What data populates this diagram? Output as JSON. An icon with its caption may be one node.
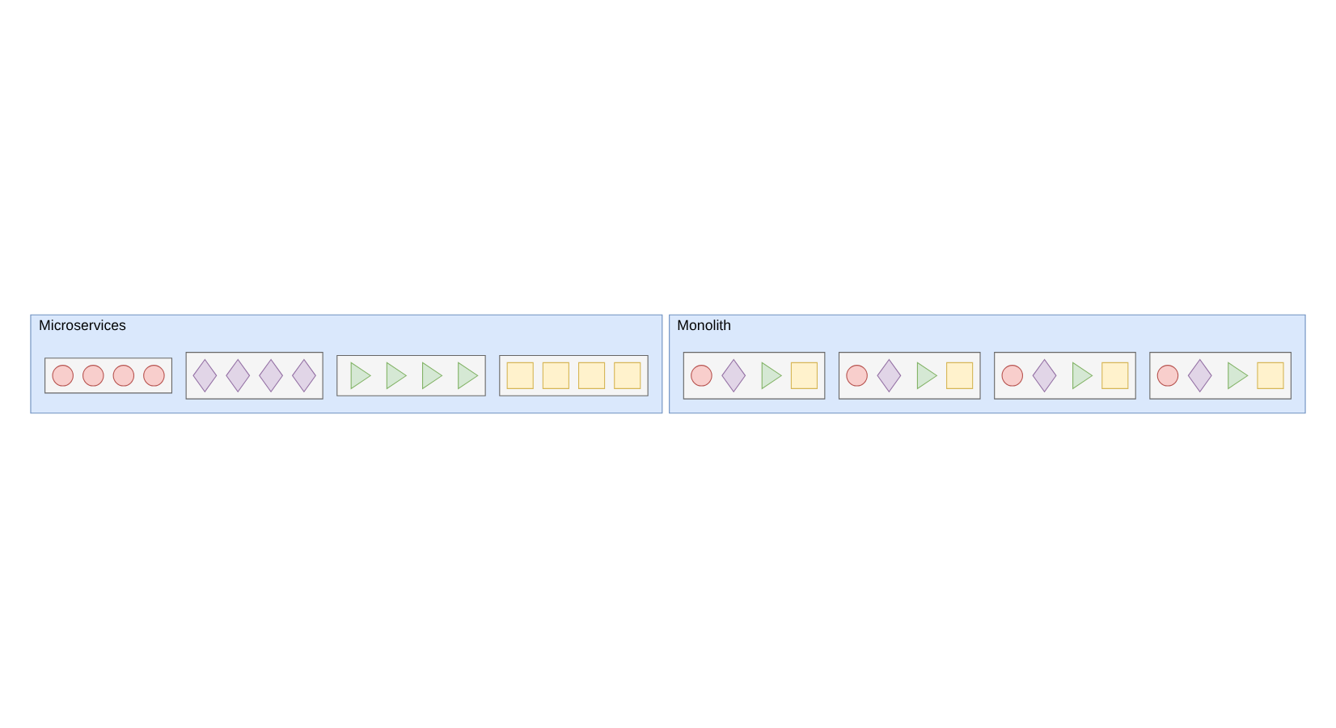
{
  "diagram": {
    "nodes": [
      {
        "text": [
          "Monolith"
        ]
      },
      {
        "text": [],
        "shape": "box",
        "in": 0
      },
      {
        "text": [],
        "shape": "circle",
        "in": 1
      },
      {
        "text": [],
        "shape": "diamond",
        "in": 1
      },
      {
        "text": [],
        "shape": "triangle",
        "in": 1
      },
      {
        "text": [],
        "shape": "square",
        "in": 1
      },
      {
        "text": [],
        "shape": "box",
        "in": 0
      },
      {
        "text": [],
        "shape": "circle",
        "in": 6
      },
      {
        "text": [],
        "shape": "diamond",
        "in": 6
      },
      {
        "text": [],
        "shape": "triangle",
        "in": 6
      },
      {
        "text": [],
        "shape": "square",
        "in": 6
      },
      {
        "text": [],
        "shape": "box",
        "in": 0
      },
      {
        "text": [],
        "shape": "circle",
        "in": 11
      },
      {
        "text": [],
        "shape": "diamond",
        "in": 11
      },
      {
        "text": [],
        "shape": "triangle",
        "in": 11
      },
      {
        "text": [],
        "shape": "square",
        "in": 11
      },
      {
        "text": [],
        "shape": "box",
        "in": 0
      },
      {
        "text": [],
        "shape": "circle",
        "in": 16
      },
      {
        "text": [],
        "shape": "diamond",
        "in": 16
      },
      {
        "text": [],
        "shape": "triangle",
        "in": 16
      },
      {
        "text": [],
        "shape": "square",
        "in": 16
      },
      {
        "text": [
          "Microservices"
        ]
      },
      {
        "text": [],
        "shape": "box",
        "in": 21
      },
      {
        "text": [],
        "shape": "circle",
        "in": 22
      },
      {
        "text": [],
        "shape": "circle",
        "in": 22
      },
      {
        "text": [],
        "shape": "circle",
        "in": 22
      },
      {
        "text": [],
        "shape": "circle",
        "in": 22
      },
      {
        "text": [],
        "shape": "box",
        "in": 21
      },
      {
        "text": [],
        "shape": "diamond",
        "in": 27
      },
      {
        "text": [],
        "shape": "diamond",
        "in": 27
      },
      {
        "text": [],
        "shape": "diamond",
        "in": 27
      },
      {
        "text": [],
        "shape": "diamond",
        "in": 27
      },
      {
        "text": [],
        "shape": "box",
        "in": 21
      },
      {
        "text": [],
        "shape": "triangle",
        "in": 32
      },
      {
        "text": [],
        "shape": "triangle",
        "in": 32
      },
      {
        "text": [],
        "shape": "triangle",
        "in": 32
      },
      {
        "text": [],
        "shape": "triangle",
        "in": 32
      },
      {
        "text": [],
        "shape": "box",
        "in": 21
      },
      {
        "text": [],
        "shape": "square",
        "in": 37
      },
      {
        "text": [],
        "shape": "square",
        "in": 37
      },
      {
        "text": [],
        "shape": "square",
        "in": 37
      },
      {
        "text": [],
        "shape": "square",
        "in": 37
      }
    ],
    "edges": []
  }
}
